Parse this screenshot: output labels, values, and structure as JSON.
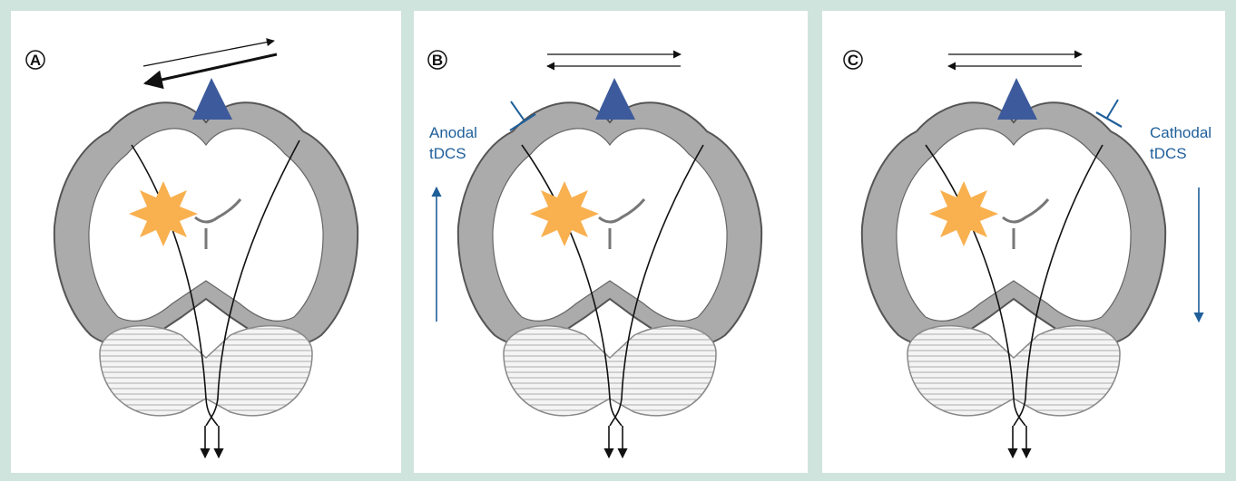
{
  "figure": {
    "panels": [
      {
        "letter": "A",
        "stim_label_line1": "",
        "stim_label_line2": "",
        "stimulation": "none"
      },
      {
        "letter": "B",
        "stim_label_line1": "Anodal",
        "stim_label_line2": "tDCS",
        "stimulation": "anodal-left",
        "current_direction": "up"
      },
      {
        "letter": "C",
        "stim_label_line1": "Cathodal",
        "stim_label_line2": "tDCS",
        "stimulation": "cathodal-right",
        "current_direction": "down"
      }
    ],
    "colors": {
      "background": "#cfe4dc",
      "panel": "#ffffff",
      "brain_fill": "#ababab",
      "brain_outline": "#555555",
      "neuron_triangle": "#3d5a9c",
      "lesion_star": "#f9b04f",
      "tdcs_blue": "#1f5f9a",
      "arrow": "#111111"
    }
  }
}
